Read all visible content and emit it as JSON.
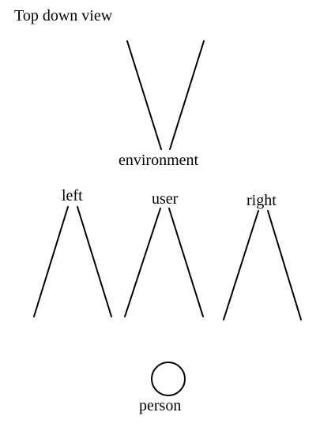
{
  "title": "Top down view",
  "nodes": {
    "environment": "environment",
    "left": "left",
    "user": "user",
    "right": "right",
    "person": "person"
  }
}
